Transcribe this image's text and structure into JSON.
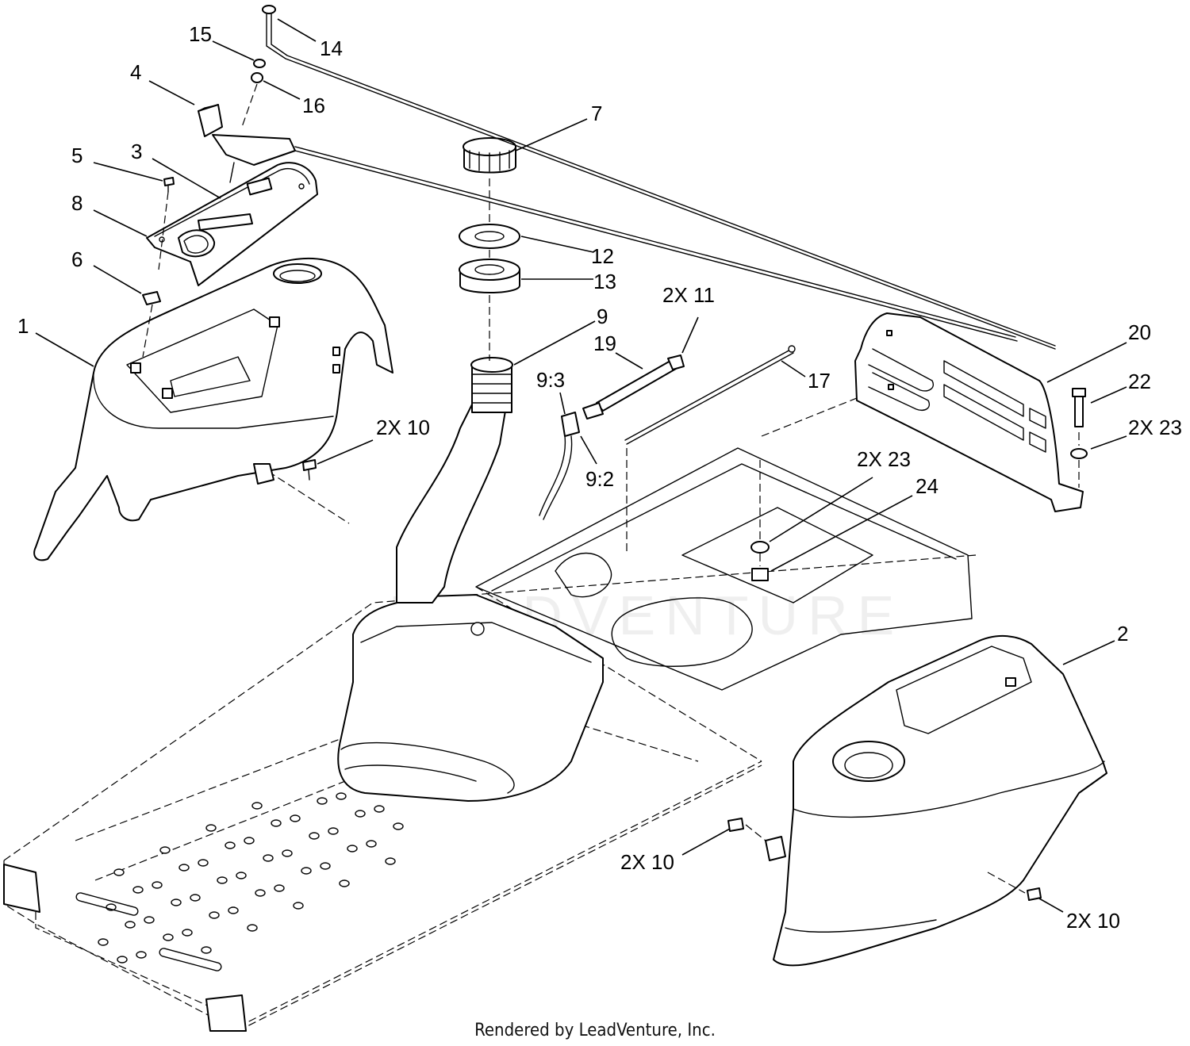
{
  "diagram": {
    "callouts": [
      {
        "id": "c1",
        "label": "1"
      },
      {
        "id": "c2",
        "label": "2"
      },
      {
        "id": "c3",
        "label": "3"
      },
      {
        "id": "c4",
        "label": "4"
      },
      {
        "id": "c5",
        "label": "5"
      },
      {
        "id": "c6",
        "label": "6"
      },
      {
        "id": "c7",
        "label": "7"
      },
      {
        "id": "c8",
        "label": "8"
      },
      {
        "id": "c9",
        "label": "9"
      },
      {
        "id": "c9-3",
        "label": "9:3"
      },
      {
        "id": "c9-2",
        "label": "9:2"
      },
      {
        "id": "c2x10-a",
        "label": "2X 10"
      },
      {
        "id": "c2x10-b",
        "label": "2X 10"
      },
      {
        "id": "c2x10-c",
        "label": "2X 10"
      },
      {
        "id": "c2x11",
        "label": "2X 11"
      },
      {
        "id": "c12",
        "label": "12"
      },
      {
        "id": "c13",
        "label": "13"
      },
      {
        "id": "c14",
        "label": "14"
      },
      {
        "id": "c15",
        "label": "15"
      },
      {
        "id": "c16",
        "label": "16"
      },
      {
        "id": "c17",
        "label": "17"
      },
      {
        "id": "c19",
        "label": "19"
      },
      {
        "id": "c20",
        "label": "20"
      },
      {
        "id": "c22",
        "label": "22"
      },
      {
        "id": "c2x23-a",
        "label": "2X 23"
      },
      {
        "id": "c2x23-b",
        "label": "2X 23"
      },
      {
        "id": "c24",
        "label": "24"
      }
    ]
  },
  "credit": "Rendered by LeadVenture, Inc.",
  "watermark": "LEADVENTURE"
}
